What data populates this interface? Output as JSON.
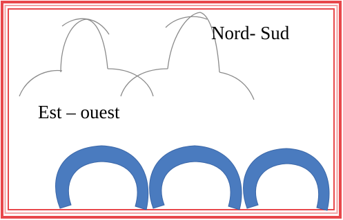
{
  "labels": {
    "north_south": "Nord- Sud",
    "east_west": "Est – ouest"
  },
  "colors": {
    "frame": "#e8474b",
    "frame_light": "#f3a3a6",
    "thin_arcs": "#8a8a8a",
    "thick_arches": "#4a7bbf",
    "thick_arches_edge": "#3b67a8",
    "background": "#ffffff"
  },
  "counts": {
    "thick_arches": 3
  }
}
